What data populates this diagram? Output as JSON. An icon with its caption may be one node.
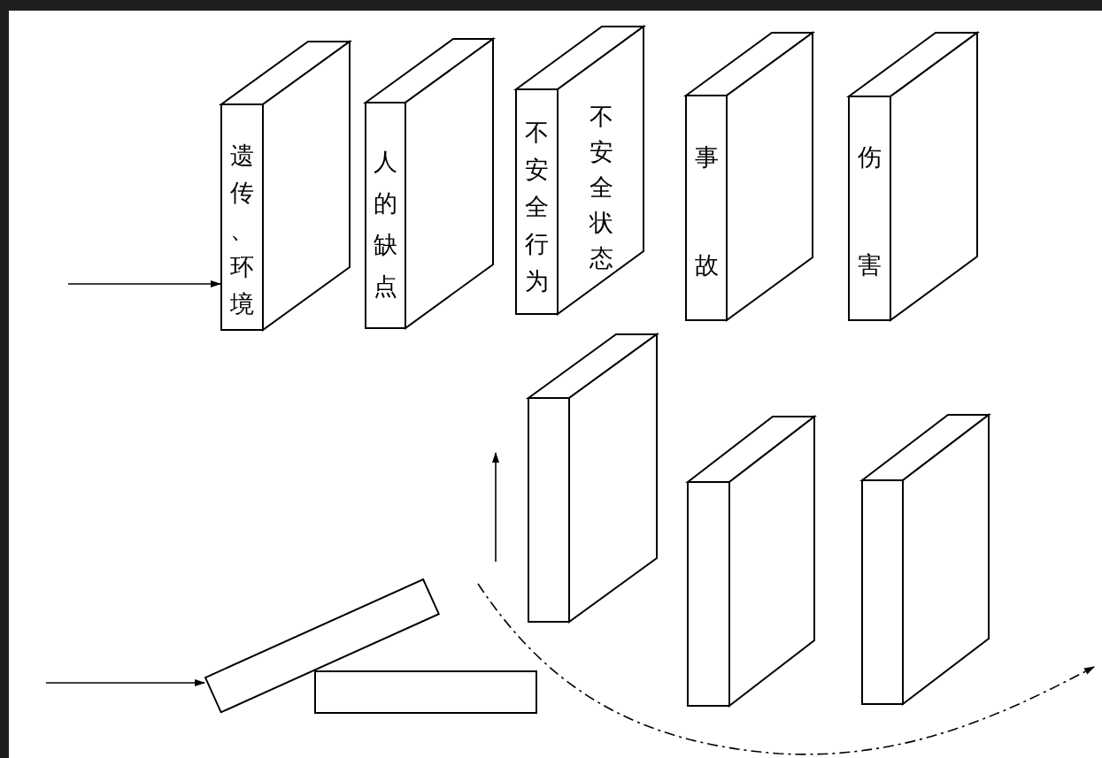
{
  "diagram": {
    "nodes": [
      {
        "text": [
          "遗传、环境"
        ]
      },
      {
        "text": [
          "人的缺点"
        ]
      },
      {
        "text": [
          "不安全行为",
          "不安全状态"
        ]
      },
      {
        "text": [
          "事故"
        ]
      },
      {
        "text": [
          "伤害"
        ]
      },
      {
        "text": [],
        "shape": "box"
      },
      {
        "text": [],
        "shape": "box"
      },
      {
        "text": [],
        "shape": "box"
      },
      {
        "text": [],
        "shape": "box"
      },
      {
        "text": [],
        "shape": "box"
      }
    ],
    "edges": [
      {
        "from": null,
        "to": 0,
        "arrow": "to"
      },
      {
        "from": null,
        "to": 5,
        "arrow": "to"
      }
    ]
  }
}
